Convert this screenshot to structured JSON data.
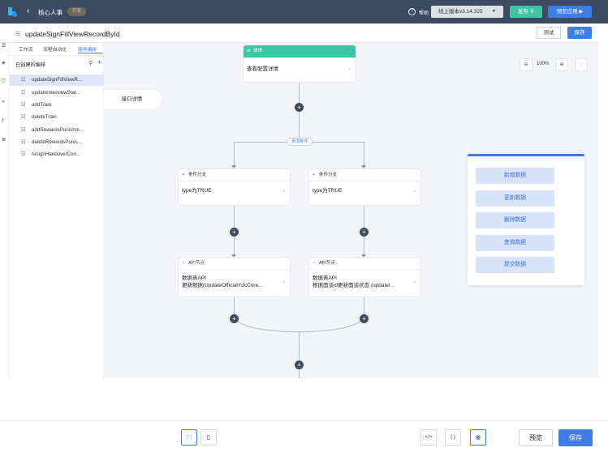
{
  "topbar": {
    "app_title": "核心人事",
    "env_badge": "开发",
    "help_label": "帮助",
    "version_label": "线上版本v3.14.325",
    "publish_label": "发布",
    "debug_label": "预览应用"
  },
  "header": {
    "flow_name": "updateSignFillViewRecordById",
    "test_label": "测试",
    "save_label": "保存"
  },
  "sidebar": {
    "tabs": [
      {
        "label": "工作流"
      },
      {
        "label": "流程自动化"
      },
      {
        "label": "服务编排"
      }
    ],
    "section_title": "已创建的编排",
    "items": [
      {
        "label": "updateSignFillViewR..."
      },
      {
        "label": "updateInterviewStat..."
      },
      {
        "label": "addTrain"
      },
      {
        "label": "deleteTrain"
      },
      {
        "label": "addRewardsPunishm..."
      },
      {
        "label": "deleteRewardsPunis..."
      },
      {
        "label": "resignHandoverCon..."
      }
    ]
  },
  "canvas": {
    "interface_tab": "接口详情",
    "request_node": {
      "title": "请求",
      "body": "查看配置详情"
    },
    "add_condition": "添加条件",
    "branch_left": {
      "title": "条件分支",
      "body": "type为TRUE"
    },
    "branch_right": {
      "title": "条件分支",
      "body": "type为TRUE"
    },
    "api_left": {
      "title": "API节点",
      "line1": "数据表API",
      "line2": "更新数据(UpdateOfficialYdcCore..."
    },
    "api_right": {
      "title": "API节点",
      "line1": "数据表API",
      "line2": "根据面谈id更新面谈状态 (updatel..."
    },
    "zoom_value": "100%"
  },
  "panel": {
    "buttons": [
      {
        "label": "新增数据"
      },
      {
        "label": "更新数据"
      },
      {
        "label": "删除数据"
      },
      {
        "label": "查询数据"
      },
      {
        "label": "提交数据"
      }
    ]
  },
  "bottombar": {
    "desktop_icon": "□",
    "mobile_icon": "▯",
    "code_icon": "</>",
    "json_icon": "{ }",
    "eye_icon": "◉",
    "preview_label": "预览",
    "save_label": "保存"
  },
  "colors": {
    "topbar": "#3d4b62",
    "primary": "#3d7de8",
    "success": "#3ec5a5"
  }
}
